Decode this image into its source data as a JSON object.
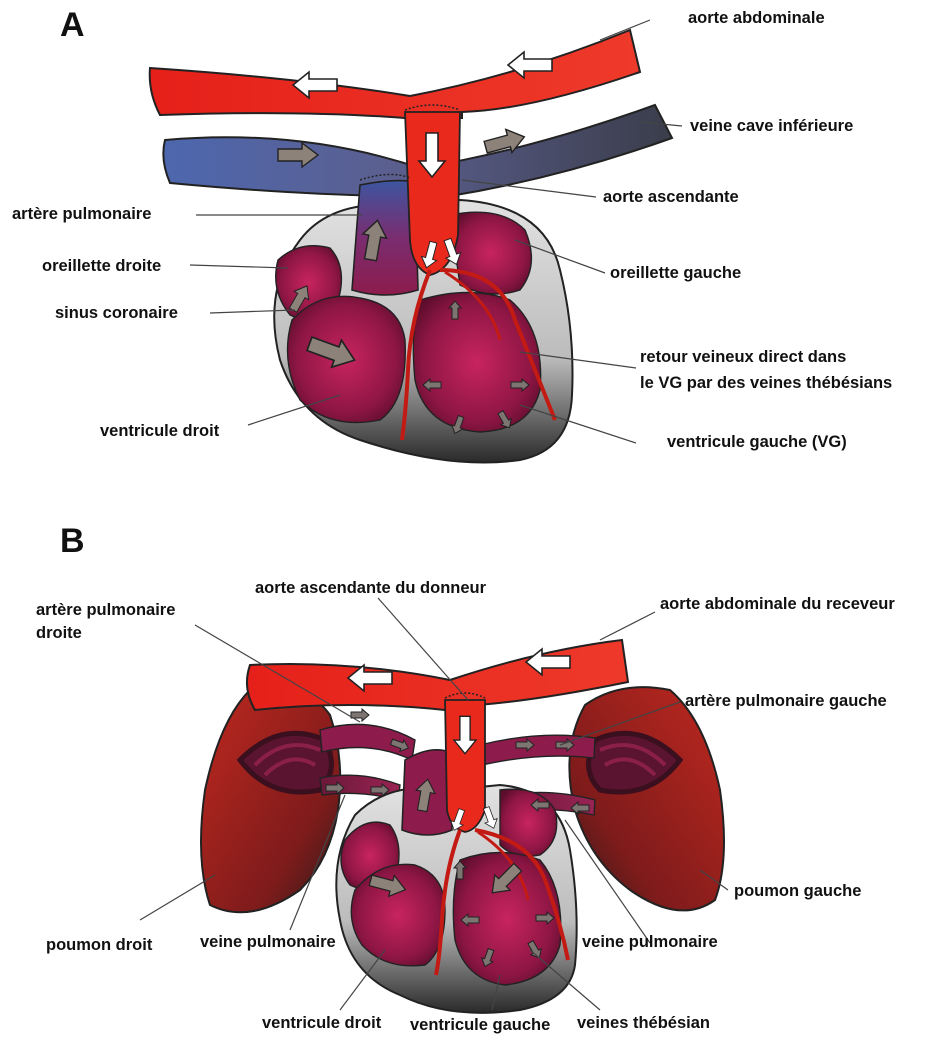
{
  "panels": {
    "a": {
      "letter": "A",
      "labels": {
        "aorte_abdominale": "aorte abdominale",
        "veine_cave_inferieure": "veine cave inférieure",
        "aorte_ascendante": "aorte ascendante",
        "artere_pulmonaire": "artère pulmonaire",
        "oreillette_droite": "oreillette droite",
        "oreillette_gauche": "oreillette gauche",
        "sinus_coronaire": "sinus coronaire",
        "retour_veineux_1": "retour veineux direct dans",
        "retour_veineux_2": "le VG par des veines thébésians",
        "ventricule_droit": "ventricule droit",
        "ventricule_gauche": "ventricule gauche (VG)"
      }
    },
    "b": {
      "letter": "B",
      "labels": {
        "aorte_ascendante_donneur": "aorte ascendante du donneur",
        "aorte_abdominale_receveur": "aorte abdominale du receveur",
        "artere_pulmonaire_droite_1": "artère pulmonaire",
        "artere_pulmonaire_droite_2": "droite",
        "artere_pulmonaire_gauche": "artère pulmonaire gauche",
        "poumon_gauche": "poumon gauche",
        "poumon_droit": "poumon droit",
        "veine_pulmonaire_left": "veine pulmonaire",
        "veine_pulmonaire_right": "veine pulmonaire",
        "ventricule_droit": "ventricule droit",
        "ventricule_gauche": "ventricule gauche",
        "veines_thebesian": "veines thébésian"
      }
    }
  },
  "colors": {
    "artery_red": "#e8291c",
    "vein_blue": "#4a63a8",
    "vein_dark": "#3a3f52",
    "chamber_crimson": "#9a1a4a",
    "lung_red": "#b3221c",
    "heart_shell_gray": "#cfcfcf"
  },
  "icons": {
    "white_arrow": "arterial-flow-arrow",
    "gray_arrow": "venous-flow-arrow"
  }
}
